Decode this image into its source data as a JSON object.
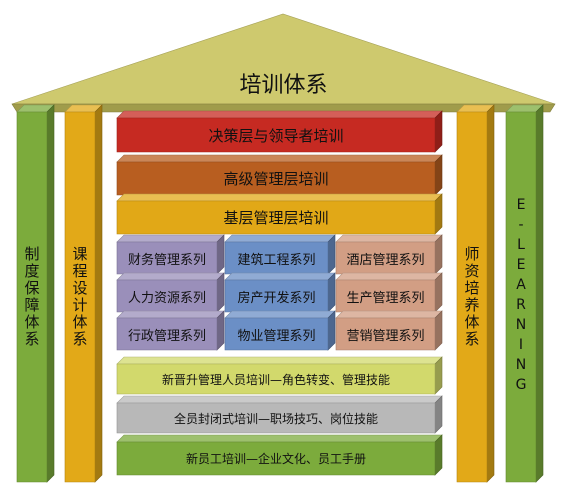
{
  "title": "培训体系",
  "pillars": {
    "left_outer": "制度保障体系",
    "left_inner": "课程设计体系",
    "right_inner": "师资培养体系",
    "right_outer": "E-LEARNING"
  },
  "tiers": {
    "top": "决策层与领导者培训",
    "senior": "高级管理层培训",
    "base": "基层管理层培训"
  },
  "series": [
    [
      "财务管理系列",
      "建筑工程系列",
      "酒店管理系列"
    ],
    [
      "人力资源系列",
      "房产开发系列",
      "生产管理系列"
    ],
    [
      "行政管理系列",
      "物业管理系列",
      "营销管理系列"
    ]
  ],
  "training_bars": [
    "新晋升管理人员培训—角色转变、管理技能",
    "全员封闭式培训—职场技巧、岗位技能",
    "新员工培训—企业文化、员工手册"
  ],
  "colors": {
    "roof": "#c8c35e",
    "green_pillar": "#7cab3c",
    "gold_pillar": "#e2a918",
    "red": "#c62a22",
    "brown": "#b85e20",
    "gold": "#e1a817",
    "purple": "#9a8fba",
    "blue": "#6b8fc6",
    "peach": "#d29e84",
    "yellow_green": "#d2d96c",
    "gray": "#b8b8b8",
    "green": "#7cab3c"
  }
}
